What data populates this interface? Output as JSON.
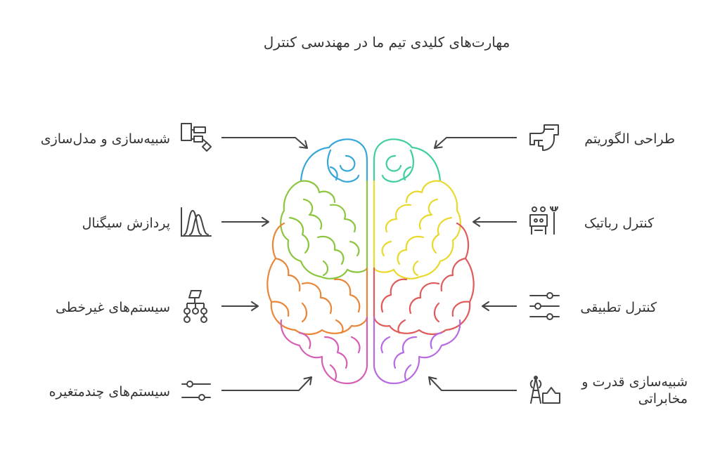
{
  "title": "مهارت‌های کلیدی تیم ما در مهندسی کنترل",
  "left_items": [
    {
      "label": "شبیه‌سازی و مدل‌سازی",
      "icon": "flowchart-icon"
    },
    {
      "label": "پردازش سیگنال",
      "icon": "signal-icon"
    },
    {
      "label": "سیستم‌های غیرخطی",
      "icon": "network-icon"
    },
    {
      "label": "سیستم‌های چندمتغیره",
      "icon": "sliders-icon"
    }
  ],
  "right_items": [
    {
      "label": "طراحی الگوریتم",
      "icon": "pipe-icon"
    },
    {
      "label": "کنترل رباتیک",
      "icon": "robot-icon"
    },
    {
      "label": "کنترل تطبیقی",
      "icon": "sliders-icon"
    },
    {
      "label": "شبیه‌سازی قدرت و مخابراتی",
      "icon": "tower-icon"
    }
  ],
  "colors": {
    "stroke": "#444444",
    "brain_left_blue": "#37a6d8",
    "brain_left_green": "#8cc63f",
    "brain_left_orange": "#e8873a",
    "brain_left_pink": "#d65fb6",
    "brain_right_teal": "#3fcf9e",
    "brain_right_yellow": "#e9d92c",
    "brain_right_red": "#e05b5b",
    "brain_right_purple": "#b86ae0"
  }
}
